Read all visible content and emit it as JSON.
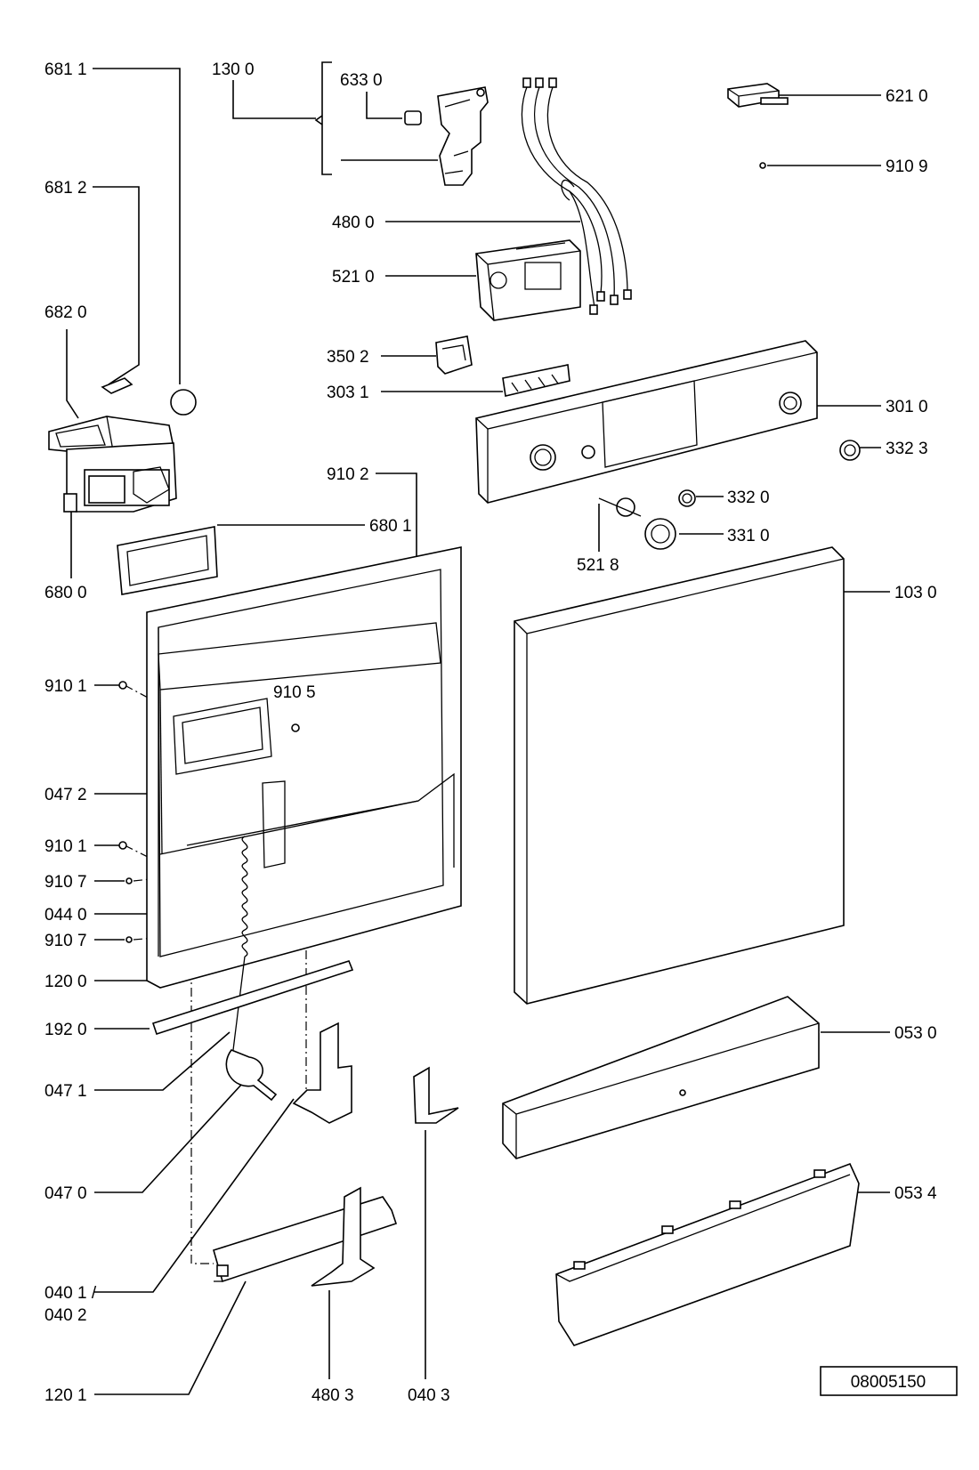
{
  "diagram": {
    "drawing_number": "08005150",
    "labels": {
      "l6811": "681 1",
      "l1300": "130 0",
      "l6330": "633 0",
      "l6210": "621 0",
      "l9109": "910 9",
      "l6812": "681 2",
      "l4800": "480 0",
      "l5210": "521 0",
      "l6820": "682 0",
      "l3502": "350 2",
      "l3031": "303 1",
      "l3010": "301 0",
      "l3323": "332 3",
      "l9102": "910 2",
      "l3320": "332 0",
      "l6801": "680 1",
      "l3310": "331 0",
      "l5218": "521 8",
      "l6800": "680 0",
      "l1030": "103 0",
      "l9101a": "910 1",
      "l9105": "910 5",
      "l0472": "047 2",
      "l9101b": "910 1",
      "l9107a": "910 7",
      "l0440": "044 0",
      "l9107b": "910 7",
      "l1200": "120 0",
      "l1920": "192 0",
      "l0530": "053 0",
      "l0471": "047 1",
      "l0470": "047 0",
      "l0534": "053 4",
      "l0401": "040 1 /",
      "l0402": "040 2",
      "l1201": "120 1",
      "l4803": "480 3",
      "l0403": "040 3"
    }
  }
}
